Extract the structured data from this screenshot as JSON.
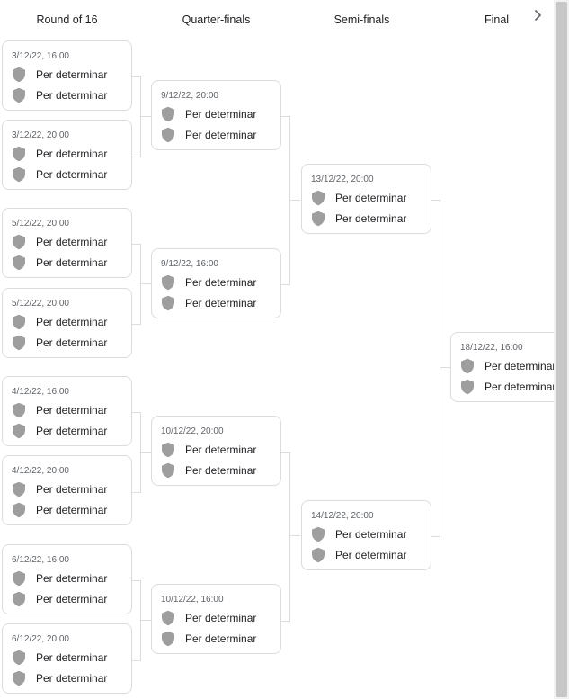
{
  "rounds": [
    {
      "label": "Round of 16"
    },
    {
      "label": "Quarter-finals"
    },
    {
      "label": "Semi-finals"
    },
    {
      "label": "Final"
    }
  ],
  "icons": {
    "team_crest": "shield-icon",
    "next": "chevron-right-icon"
  },
  "colors": {
    "crest": "#9e9e9e",
    "border": "#dadce0",
    "date": "#5f6368"
  },
  "matches": {
    "round_of_16": [
      {
        "date": "3/12/22, 16:00",
        "team1": "Per determinar",
        "team2": "Per determinar"
      },
      {
        "date": "3/12/22, 20:00",
        "team1": "Per determinar",
        "team2": "Per determinar"
      },
      {
        "date": "5/12/22, 20:00",
        "team1": "Per determinar",
        "team2": "Per determinar"
      },
      {
        "date": "5/12/22, 20:00",
        "team1": "Per determinar",
        "team2": "Per determinar"
      },
      {
        "date": "4/12/22, 16:00",
        "team1": "Per determinar",
        "team2": "Per determinar"
      },
      {
        "date": "4/12/22, 20:00",
        "team1": "Per determinar",
        "team2": "Per determinar"
      },
      {
        "date": "6/12/22, 16:00",
        "team1": "Per determinar",
        "team2": "Per determinar"
      },
      {
        "date": "6/12/22, 20:00",
        "team1": "Per determinar",
        "team2": "Per determinar"
      }
    ],
    "quarter_finals": [
      {
        "date": "9/12/22, 20:00",
        "team1": "Per determinar",
        "team2": "Per determinar"
      },
      {
        "date": "9/12/22, 16:00",
        "team1": "Per determinar",
        "team2": "Per determinar"
      },
      {
        "date": "10/12/22, 20:00",
        "team1": "Per determinar",
        "team2": "Per determinar"
      },
      {
        "date": "10/12/22, 16:00",
        "team1": "Per determinar",
        "team2": "Per determinar"
      }
    ],
    "semi_finals": [
      {
        "date": "13/12/22, 20:00",
        "team1": "Per determinar",
        "team2": "Per determinar"
      },
      {
        "date": "14/12/22, 20:00",
        "team1": "Per determinar",
        "team2": "Per determinar"
      }
    ],
    "final": [
      {
        "date": "18/12/22, 16:00",
        "team1": "Per determinar",
        "team2": "Per determinar"
      }
    ]
  }
}
